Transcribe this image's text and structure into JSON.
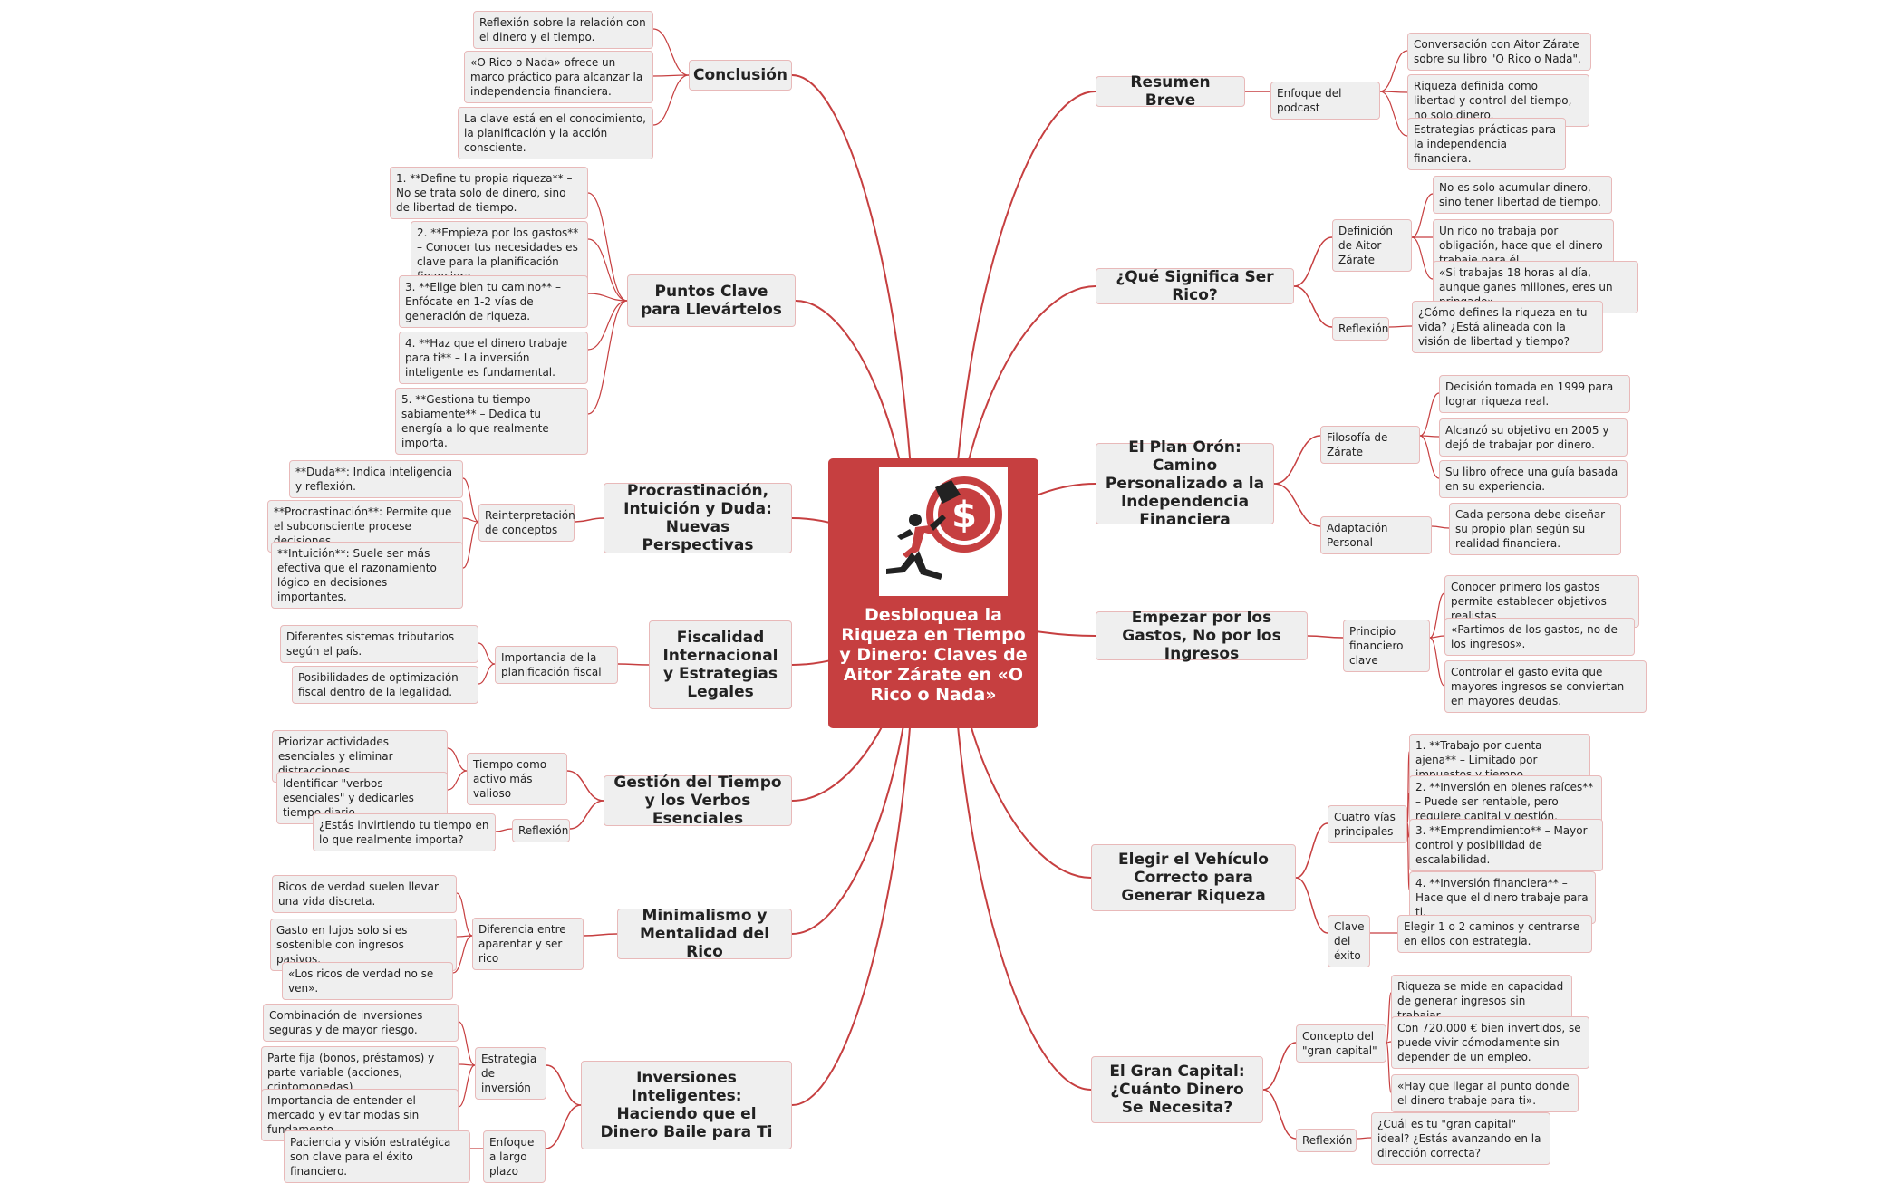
{
  "center": {
    "title": "Desbloquea la Riqueza en Tiempo y Dinero: Claves de Aitor Zárate en «O Rico o Nada»",
    "image_icon": "running-man-carrying-dollar-coin-icon"
  },
  "colors": {
    "accent": "#c63f40",
    "link": "#c63f40",
    "node_fill": "#efefef",
    "node_border": "#e8b9b9"
  },
  "right_branches": [
    {
      "title": "Resumen Breve",
      "groups": [
        {
          "label": "Enfoque del podcast",
          "items": [
            "Conversación con Aitor Zárate sobre su libro \"O Rico o Nada\".",
            "Riqueza definida como libertad y control del tiempo, no solo dinero.",
            "Estrategias prácticas para la independencia financiera."
          ]
        }
      ]
    },
    {
      "title": "¿Qué Significa Ser Rico?",
      "groups": [
        {
          "label": "Definición de Aitor Zárate",
          "items": [
            "No es solo acumular dinero, sino tener libertad de tiempo.",
            "Un rico no trabaja por obligación, hace que el dinero trabaje para él.",
            "«Si trabajas 18 horas al día, aunque ganes millones, eres un pringado»."
          ]
        },
        {
          "label": "Reflexión",
          "items": [
            "¿Cómo defines la riqueza en tu vida? ¿Está alineada con la visión de libertad y tiempo?"
          ]
        }
      ]
    },
    {
      "title": "El Plan Orón: Camino Personalizado a la Independencia Financiera",
      "groups": [
        {
          "label": "Filosofía de Zárate",
          "items": [
            "Decisión tomada en 1999 para lograr riqueza real.",
            "Alcanzó su objetivo en 2005 y dejó de trabajar por dinero.",
            "Su libro ofrece una guía basada en su experiencia."
          ]
        },
        {
          "label": "Adaptación Personal",
          "items": [
            "Cada persona debe diseñar su propio plan según su realidad financiera."
          ]
        }
      ]
    },
    {
      "title": "Empezar por los Gastos, No por los Ingresos",
      "groups": [
        {
          "label": "Principio financiero clave",
          "items": [
            "Conocer primero los gastos permite establecer objetivos realistas.",
            "«Partimos de los gastos, no de los ingresos».",
            "Controlar el gasto evita que mayores ingresos se conviertan en mayores deudas."
          ]
        }
      ]
    },
    {
      "title": "Elegir el Vehículo Correcto para Generar Riqueza",
      "groups": [
        {
          "label": "Cuatro vías principales",
          "items": [
            "1. **Trabajo por cuenta ajena** – Limitado por impuestos y tiempo.",
            "2. **Inversión en bienes raíces** – Puede ser rentable, pero requiere capital y gestión.",
            "3. **Emprendimiento** – Mayor control y posibilidad de escalabilidad.",
            "4. **Inversión financiera** – Hace que el dinero trabaje para ti."
          ]
        },
        {
          "label": "Clave del éxito",
          "items": [
            "Elegir 1 o 2 caminos y centrarse en ellos con estrategia."
          ]
        }
      ]
    },
    {
      "title": "El Gran Capital: ¿Cuánto Dinero Se Necesita?",
      "groups": [
        {
          "label": "Concepto del \"gran capital\"",
          "items": [
            "Riqueza se mide en capacidad de generar ingresos sin trabajar.",
            "Con 720.000 € bien invertidos, se puede vivir cómodamente sin depender de un empleo.",
            "«Hay que llegar al punto donde el dinero trabaje para ti»."
          ]
        },
        {
          "label": "Reflexión",
          "items": [
            "¿Cuál es tu \"gran capital\" ideal? ¿Estás avanzando en la dirección correcta?"
          ]
        }
      ]
    }
  ],
  "left_branches": [
    {
      "title": "Conclusión",
      "items": [
        "Reflexión sobre la relación con el dinero y el tiempo.",
        "«O Rico o Nada» ofrece un marco práctico para alcanzar la independencia financiera.",
        "La clave está en el conocimiento, la planificación y la acción consciente."
      ]
    },
    {
      "title": "Puntos Clave para Llevártelos",
      "items": [
        "1. **Define tu propia riqueza** – No se trata solo de dinero, sino de libertad de tiempo.",
        "2. **Empieza por los gastos** – Conocer tus necesidades es clave para la planificación financiera.",
        "3. **Elige bien tu camino** – Enfócate en 1-2 vías de generación de riqueza.",
        "4. **Haz que el dinero trabaje para ti** – La inversión inteligente es fundamental.",
        "5. **Gestiona tu tiempo sabiamente** – Dedica tu energía a lo que realmente importa."
      ]
    },
    {
      "title": "Procrastinación, Intuición y Duda: Nuevas Perspectivas",
      "groups": [
        {
          "label": "Reinterpretación de conceptos",
          "items": [
            "**Duda**: Indica inteligencia y reflexión.",
            "**Procrastinación**: Permite que el subconsciente procese decisiones.",
            "**Intuición**: Suele ser más efectiva que el razonamiento lógico en decisiones importantes."
          ]
        }
      ]
    },
    {
      "title": "Fiscalidad Internacional y Estrategias Legales",
      "groups": [
        {
          "label": "Importancia de la planificación fiscal",
          "items": [
            "Diferentes sistemas tributarios según el país.",
            "Posibilidades de optimización fiscal dentro de la legalidad."
          ]
        }
      ]
    },
    {
      "title": "Gestión del Tiempo y los Verbos Esenciales",
      "groups": [
        {
          "label": "Tiempo como activo más valioso",
          "items": [
            "Priorizar actividades esenciales y eliminar distracciones.",
            "Identificar \"verbos esenciales\" y dedicarles tiempo diario."
          ]
        },
        {
          "label": "Reflexión",
          "items": [
            "¿Estás invirtiendo tu tiempo en lo que realmente importa?"
          ]
        }
      ]
    },
    {
      "title": "Minimalismo y Mentalidad del Rico",
      "groups": [
        {
          "label": "Diferencia entre aparentar y ser rico",
          "items": [
            "Ricos de verdad suelen llevar una vida discreta.",
            "Gasto en lujos solo si es sostenible con ingresos pasivos.",
            "«Los ricos de verdad no se ven»."
          ]
        }
      ]
    },
    {
      "title": "Inversiones Inteligentes: Haciendo que el Dinero Baile para Ti",
      "groups": [
        {
          "label": "Estrategia de inversión",
          "items": [
            "Combinación de inversiones seguras y de mayor riesgo.",
            "Parte fija (bonos, préstamos) y parte variable (acciones, criptomonedas).",
            "Importancia de entender el mercado y evitar modas sin fundamento."
          ]
        },
        {
          "label": "Enfoque a largo plazo",
          "items": [
            "Paciencia y visión estratégica son clave para el éxito financiero."
          ]
        }
      ]
    }
  ]
}
